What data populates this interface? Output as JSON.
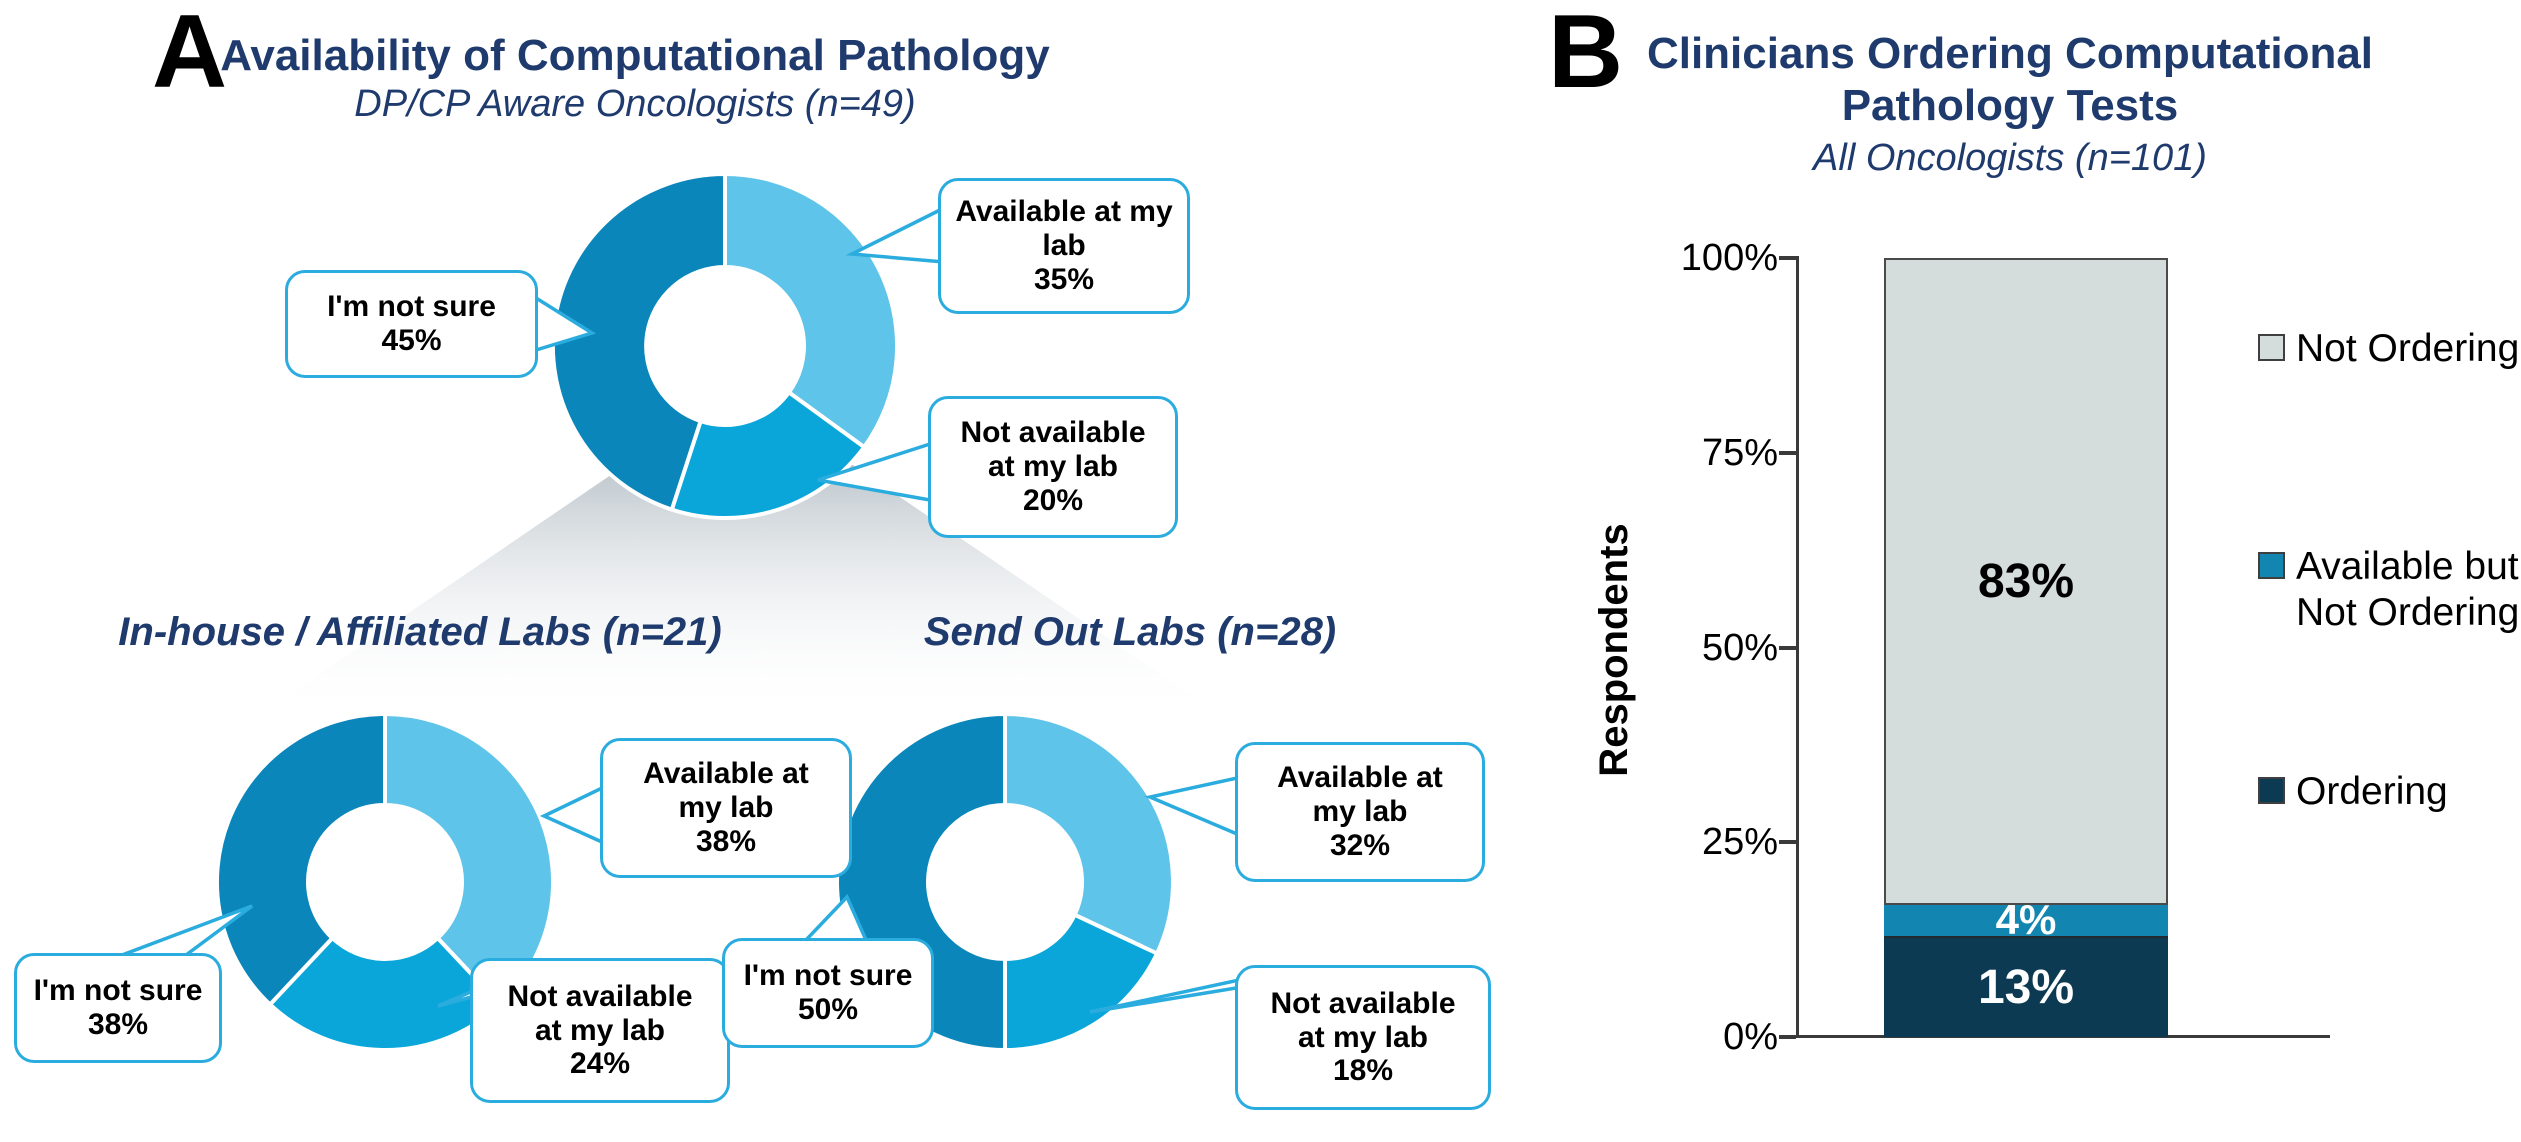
{
  "panelA": {
    "label": "A",
    "title": "Availability of Computational Pathology",
    "subtitle": "DP/CP Aware Oncologists (n=49)",
    "sub_left_title": "In-house / Affiliated Labs (n=21)",
    "sub_right_title": "Send Out Labs (n=28)",
    "callouts": {
      "top": [
        {
          "label": "Available at my\nlab",
          "pct": "35%"
        },
        {
          "label": "Not available\nat my lab",
          "pct": "20%"
        },
        {
          "label": "I'm not sure",
          "pct": "45%"
        }
      ],
      "left": [
        {
          "label": "Available at\nmy lab",
          "pct": "38%"
        },
        {
          "label": "Not available\nat my lab",
          "pct": "24%"
        },
        {
          "label": "I'm not sure",
          "pct": "38%"
        }
      ],
      "right": [
        {
          "label": "Available at\nmy lab",
          "pct": "32%"
        },
        {
          "label": "Not available\nat my lab",
          "pct": "18%"
        },
        {
          "label": "I'm not sure",
          "pct": "50%"
        }
      ]
    }
  },
  "panelB": {
    "label": "B",
    "title": "Clinicians Ordering Computational\nPathology Tests",
    "subtitle": "All Oncologists (n=101)",
    "ylabel": "Respondents",
    "legend": [
      {
        "label": "Not Ordering"
      },
      {
        "label": "Available but\nNot Ordering"
      },
      {
        "label": "Ordering"
      }
    ]
  },
  "colors": {
    "title_navy": "#1F3A6D",
    "slice_light_blue": "#5FC4E9",
    "slice_medium_blue": "#0AA6DA",
    "slice_dark_blue": "#0A86BB",
    "callout_border": "#2BACDE",
    "bar_gray": "#D4DCDC",
    "bar_teal": "#1385B1",
    "bar_navy": "#0D3A53",
    "axis": "#3A3A3A",
    "zoom_gray": "#B4BEC5"
  },
  "chart_data": [
    {
      "type": "donut",
      "title": "Availability of Computational Pathology",
      "subtitle": "DP/CP Aware Oncologists (n=49)",
      "n": 49,
      "slices": [
        {
          "label": "Available at my lab",
          "pct": 35,
          "color": "#5FC4E9"
        },
        {
          "label": "Not available at my lab",
          "pct": 20,
          "color": "#0AA6DA"
        },
        {
          "label": "I'm not sure",
          "pct": 45,
          "color": "#0A86BB"
        }
      ]
    },
    {
      "type": "donut",
      "title": "In-house / Affiliated Labs (n=21)",
      "n": 21,
      "slices": [
        {
          "label": "Available at my lab",
          "pct": 38,
          "color": "#5FC4E9"
        },
        {
          "label": "Not available at my lab",
          "pct": 24,
          "color": "#0AA6DA"
        },
        {
          "label": "I'm not sure",
          "pct": 38,
          "color": "#0A86BB"
        }
      ]
    },
    {
      "type": "donut",
      "title": "Send Out Labs (n=28)",
      "n": 28,
      "slices": [
        {
          "label": "Available at my lab",
          "pct": 32,
          "color": "#5FC4E9"
        },
        {
          "label": "Not available at my lab",
          "pct": 18,
          "color": "#0AA6DA"
        },
        {
          "label": "I'm not sure",
          "pct": 50,
          "color": "#0A86BB"
        }
      ]
    },
    {
      "type": "stacked-bar",
      "title": "Clinicians Ordering Computational Pathology Tests",
      "subtitle": "All Oncologists (n=101)",
      "n": 101,
      "ylabel": "Respondents",
      "ylim": [
        0,
        100
      ],
      "yticks": [
        "100%",
        "75%",
        "50%",
        "25%",
        "0%"
      ],
      "legend_position": "right",
      "segments_top_to_bottom": [
        {
          "label": "Not Ordering",
          "pct": 83,
          "color": "#D4DCDC",
          "text_color": "#000000"
        },
        {
          "label": "Available but Not Ordering",
          "pct": 4,
          "color": "#1385B1",
          "text_color": "#FFFFFF"
        },
        {
          "label": "Ordering",
          "pct": 13,
          "color": "#0D3A53",
          "text_color": "#FFFFFF"
        }
      ]
    }
  ]
}
